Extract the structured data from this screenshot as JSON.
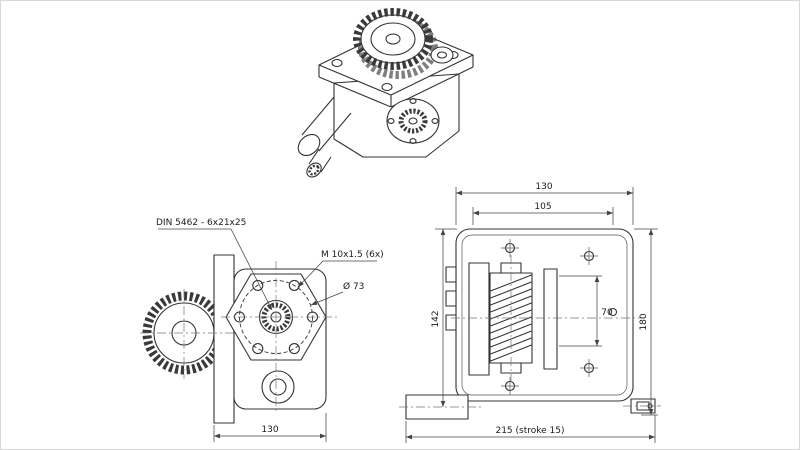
{
  "page": {
    "background": "#ffffff",
    "border_color": "#d8d8d8"
  },
  "drawing": {
    "line_color": "#333333",
    "annotations": {
      "spline_spec": "DIN 5462 - 6x21x25",
      "thread_spec": "M 10x1.5 (6x)",
      "bolt_circle": "Ø 73"
    },
    "dimensions": {
      "side_width": "130",
      "front_top_width": "130",
      "front_inner_width": "105",
      "front_height_left": "142",
      "front_gear_height": "70",
      "front_total_height": "180",
      "front_total_length": "215 (stroke 15)"
    }
  }
}
